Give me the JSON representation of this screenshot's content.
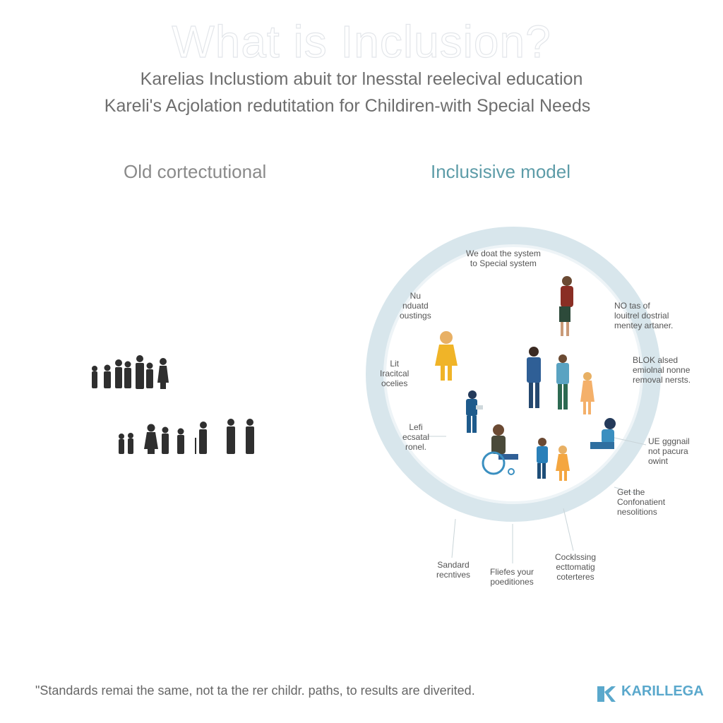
{
  "title": "What is Inclusion?",
  "subtitle_line1": "Karelias Inclustiom abuit tor lnesstal reelecival education",
  "subtitle_line2": "Kareli's Acjolation redutitation for Childiren-with Special Needs",
  "old_model_heading": "Old cortectutional",
  "inclusive_model_heading": "Inclusisive model",
  "ring_labels": {
    "top": "We doat the system\nto Special system",
    "upper_left": "Nu\nnduatd\noustings",
    "mid_left": "Lit\nIracitcal\nocelies",
    "lower_left": "Lefi\necsatal\nronel.",
    "upper_right": "NO tas of\nlouitrel dostrial\nmentey artaner.",
    "mid_right": "BLOK alsed\nemiolnal nonne\nremoval nersts.",
    "lower_right": "UE gggnail\nnot pacura\nowint",
    "bottom_right": "Get the\nConfonatient\nnesolitions",
    "bottom_1": "Sandard\nrecntives",
    "bottom_2": "Fliefes your\npoeditiones",
    "bottom_3": "Cocklssing\necttomatig\ncoterteres"
  },
  "footer_quote": "\"Standards remai the same, not ta the rer childr. paths, to results are diverited.",
  "brand": "KARILLEGA",
  "colors": {
    "ring": "#d8e6ec",
    "accent": "#5d9ca8",
    "silhouette": "#2f2f2f",
    "brand": "#5aa8cc"
  }
}
